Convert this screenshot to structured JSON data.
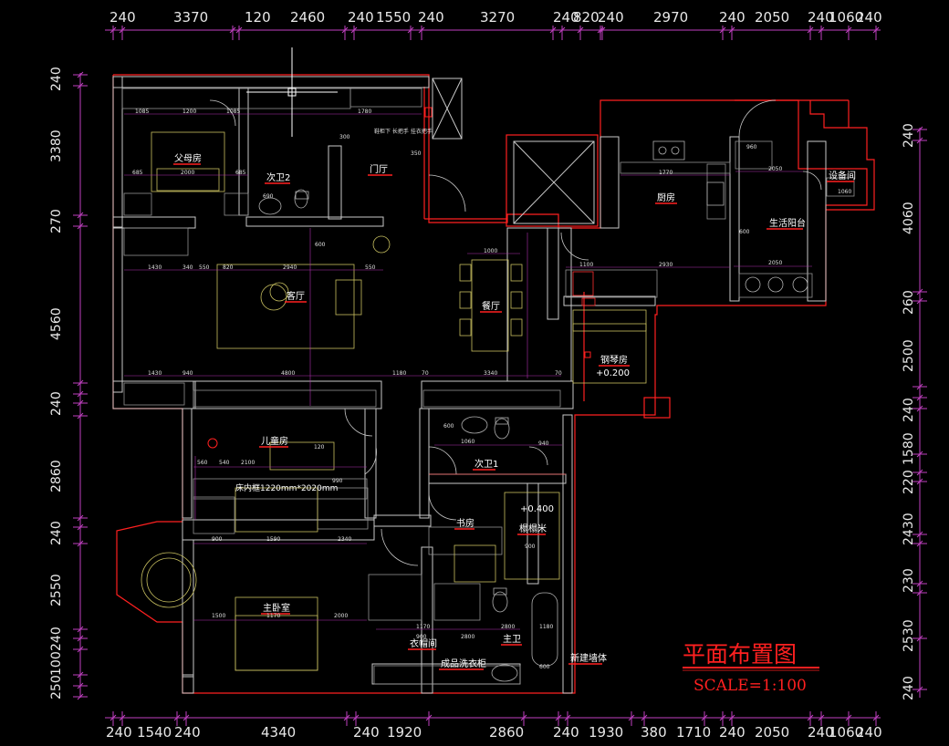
{
  "title": "平面布置图",
  "scale": "SCALE=1:100",
  "top_dims": [
    "240",
    "3370",
    "120",
    "2460",
    "240",
    "1550",
    "240",
    "3270",
    "240",
    "820",
    "240",
    "2970",
    "240",
    "2050",
    "240",
    "1060",
    "240"
  ],
  "bottom_dims": [
    "240",
    "1540",
    "240",
    "4340",
    "240",
    "1920",
    "2860",
    "240",
    "1930",
    "380",
    "1710",
    "240",
    "2050",
    "240",
    "1060",
    "240"
  ],
  "left_dims": [
    "240",
    "3380",
    "270",
    "4560",
    "240",
    "2860",
    "240",
    "2550",
    "250",
    "100",
    "240"
  ],
  "right_dims": [
    "240",
    "4060",
    "260",
    "2500",
    "240",
    "1580",
    "220",
    "2430",
    "230",
    "2530",
    "240"
  ],
  "rooms": {
    "parents_room": "父母房",
    "bath2": "次卫2",
    "foyer": "门厅",
    "living": "客厅",
    "dining": "餐厅",
    "kitchen": "厨房",
    "utility": "设备间",
    "balcony": "生活阳台",
    "piano": "钢琴房",
    "piano_level": "+0.200",
    "kids": "儿童房",
    "bath1": "次卫1",
    "study": "书房",
    "study_level": "+0.400",
    "tatami": "榻榻米",
    "master": "主卧室",
    "closet": "衣帽间",
    "master_bath": "主卫",
    "washer_cabinet": "成品洗衣柜",
    "new_wall": "新建墙体",
    "bed_note": "床内框1220mm*2020mm"
  },
  "notes": {
    "cabinet_note": "鞋柜下\n长把手\n挂衣把手"
  },
  "inner_dims": [
    "1085",
    "1200",
    "1085",
    "1780",
    "300",
    "350",
    "685",
    "2000",
    "685",
    "690",
    "1770",
    "960",
    "2050",
    "1060",
    "600",
    "1000",
    "1100",
    "2930",
    "2050",
    "1430",
    "340",
    "550",
    "820",
    "2940",
    "550",
    "600",
    "1430",
    "940",
    "4800",
    "1180",
    "70",
    "3340",
    "70",
    "600",
    "1060",
    "940",
    "560",
    "540",
    "2100",
    "990",
    "120",
    "900",
    "1590",
    "2340",
    "900",
    "1500",
    "1170",
    "2000",
    "1170",
    "2800",
    "1180",
    "900",
    "2800",
    "600"
  ]
}
